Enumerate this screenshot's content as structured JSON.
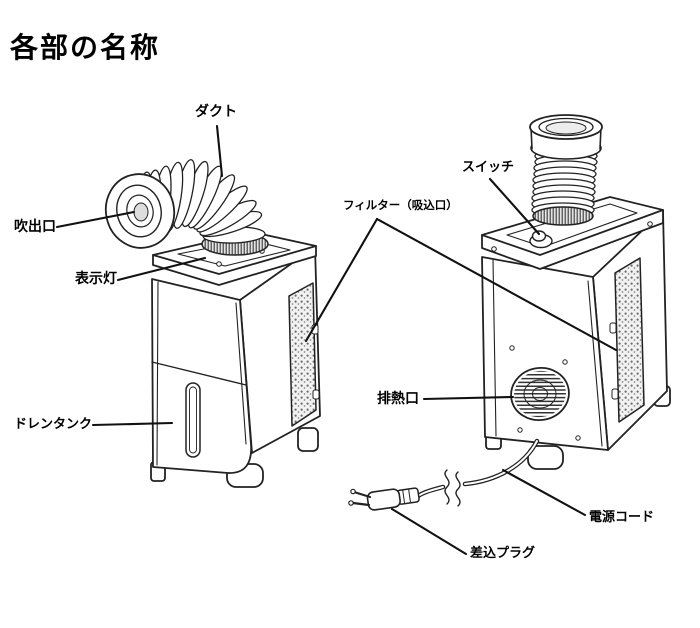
{
  "title": "各部の名称",
  "labels": {
    "duct": "ダクト",
    "air_outlet": "吹出口",
    "indicator_light": "表示灯",
    "drain_tank": "ドレンタンク",
    "switch": "スイッチ",
    "filter_intake": "フィルター（吸込口）",
    "exhaust_outlet": "排熱口",
    "power_cord": "電源コード",
    "plug": "差込プラグ"
  },
  "colors": {
    "line": "#222222",
    "leader_line": "#111111",
    "text": "#000000",
    "background": "#ffffff"
  }
}
